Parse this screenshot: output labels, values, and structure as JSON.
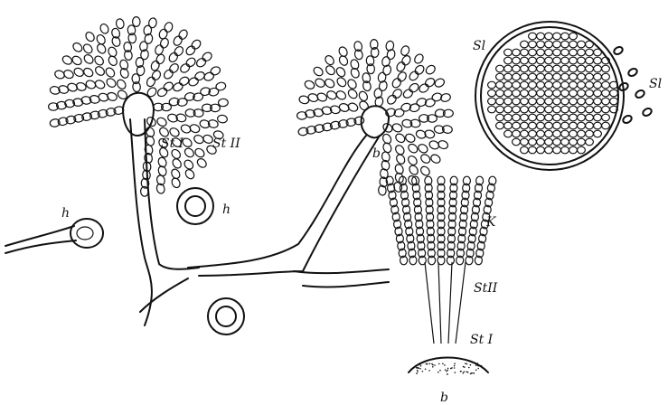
{
  "labels": {
    "stI_top": "St I",
    "stII_top": "St II",
    "b_mid": "b",
    "h_left": "h",
    "h_center": "h",
    "sl_top": "Sl",
    "sl_right": "Sl",
    "k_right": "K",
    "stII_right": "StII",
    "stI_right": "St I",
    "b_bottom": "b"
  },
  "colors": {
    "ink": "#111111",
    "paper": "#ffffff"
  }
}
